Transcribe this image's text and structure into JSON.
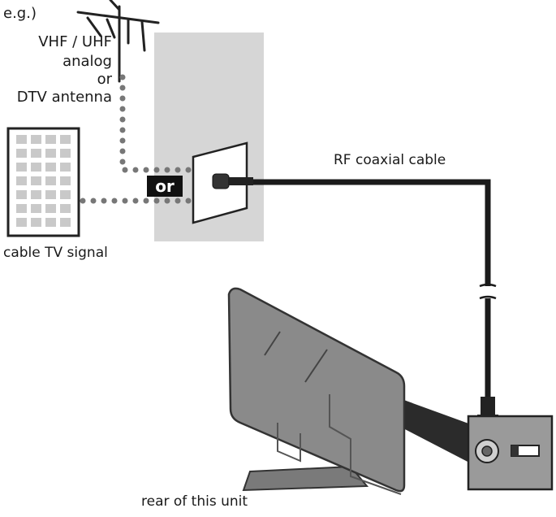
{
  "labels": {
    "example_prefix": "e.g.)",
    "antenna_line1": "VHF / UHF",
    "antenna_line2": "analog",
    "antenna_line3": "or",
    "antenna_line4": "DTV antenna",
    "or_badge": "or",
    "cable_signal": "cable TV signal",
    "rf_cable": "RF coaxial cable",
    "rear_unit": "rear of this unit"
  },
  "icons": [
    "antenna-icon",
    "building-icon",
    "wall-outlet-icon",
    "tv-icon",
    "coaxial-connector-icon"
  ],
  "colors": {
    "wall": "#d6d6d6",
    "dots": "#777777",
    "tv_body": "#8a8a8a",
    "tv_dark": "#5e5e5e",
    "cable": "#1b1b1b",
    "badge_bg": "#111111",
    "badge_text": "#ffffff"
  }
}
